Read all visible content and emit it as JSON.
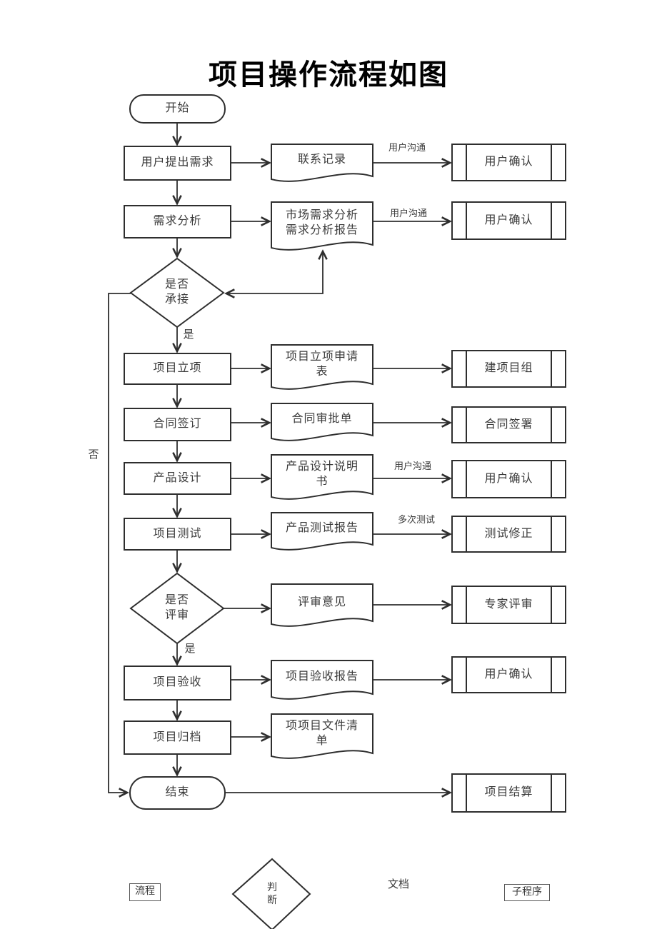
{
  "title": "项目操作流程如图",
  "colors": {
    "line": "#2e2e2e",
    "text": "#3a3a3a",
    "background": "#ffffff"
  },
  "terminators": {
    "start": "开始",
    "end": "结束"
  },
  "processes": [
    {
      "label": "用户提出需求"
    },
    {
      "label": "需求分析"
    },
    {
      "label": "项目立项"
    },
    {
      "label": "合同签订"
    },
    {
      "label": "产品设计"
    },
    {
      "label": "项目测试"
    },
    {
      "label": "项目验收"
    },
    {
      "label": "项目归档"
    }
  ],
  "decisions": [
    {
      "label": "是否\n承接"
    },
    {
      "label": "是否\n评审"
    }
  ],
  "documents": [
    {
      "label": "联系记录"
    },
    {
      "label": "市场需求分析\n需求分析报告"
    },
    {
      "label": "项目立项申请\n表"
    },
    {
      "label": "合同审批单"
    },
    {
      "label": "产品设计说明\n书"
    },
    {
      "label": "产品测试报告"
    },
    {
      "label": "评审意见"
    },
    {
      "label": "项目验收报告"
    },
    {
      "label": "项项目文件清\n单"
    }
  ],
  "subprocesses": [
    {
      "label": "用户确认"
    },
    {
      "label": "用户确认"
    },
    {
      "label": "建项目组"
    },
    {
      "label": "合同签署"
    },
    {
      "label": "用户确认"
    },
    {
      "label": "测试修正"
    },
    {
      "label": "专家评审"
    },
    {
      "label": "用户确认"
    },
    {
      "label": "项目结算"
    }
  ],
  "edge_labels": {
    "user_comm_1": "用户沟通",
    "user_comm_2": "用户沟通",
    "user_comm_3": "用户沟通",
    "multi_test": "多次测试",
    "yes_1": "是",
    "yes_2": "是",
    "no": "否"
  },
  "legend": {
    "process": "流程",
    "decision": "判\n断",
    "document": "文档",
    "subprocess": "子程序"
  }
}
